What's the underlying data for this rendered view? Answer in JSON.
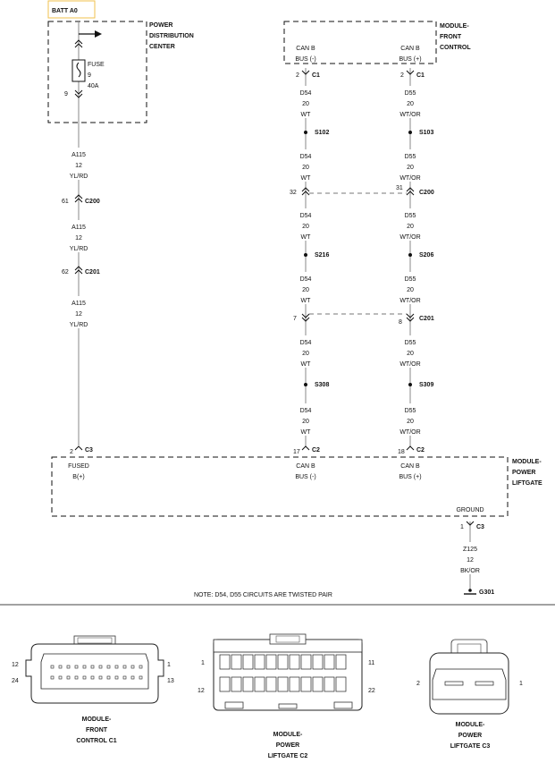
{
  "batt_label": "BATT A0",
  "pdc": {
    "name_lines": [
      "POWER",
      "DISTRIBUTION",
      "CENTER"
    ],
    "fuse_lines": [
      "FUSE",
      "9",
      "40A"
    ],
    "pin_bottom": "9"
  },
  "mfc": {
    "name_lines": [
      "MODULE-",
      "FRONT",
      "CONTROL"
    ],
    "pin_left": [
      "CAN B",
      "BUS (-)"
    ],
    "pin_right": [
      "CAN B",
      "BUS (+)"
    ]
  },
  "connectors": {
    "c1_left": [
      "2",
      "C1"
    ],
    "c1_right": [
      "2",
      "C1"
    ],
    "c200_power": [
      "61",
      "C200"
    ],
    "c201_power": [
      "62",
      "C201"
    ],
    "c200_can_left": "32",
    "c200_can_right": [
      "31",
      "C200"
    ],
    "c201_can_left": "7",
    "c201_can_right": [
      "8",
      "C201"
    ],
    "c3_top": [
      "2",
      "C3"
    ],
    "c2_left": [
      "17",
      "C2"
    ],
    "c2_right": [
      "18",
      "C2"
    ],
    "c3_ground": [
      "1",
      "C3"
    ]
  },
  "wires": {
    "a115": [
      "A115",
      "12",
      "YL/RD"
    ],
    "d54": [
      "D54",
      "20",
      "WT"
    ],
    "d55": [
      "D55",
      "20",
      "WT/OR"
    ],
    "z125": [
      "Z125",
      "12",
      "BK/OR"
    ]
  },
  "splices": {
    "s102": "S102",
    "s103": "S103",
    "s216": "S216",
    "s206": "S206",
    "s308": "S308",
    "s309": "S309"
  },
  "mpl": {
    "name_lines": [
      "MODULE-",
      "POWER",
      "LIFTGATE"
    ],
    "pin_fused": [
      "FUSED",
      "B(+)"
    ],
    "pin_can_minus": [
      "CAN B",
      "BUS (-)"
    ],
    "pin_can_plus": [
      "CAN B",
      "BUS (+)"
    ],
    "ground": "GROUND"
  },
  "ground_label": "G301",
  "note": "NOTE:  D54, D55    CIRCUITS ARE TWISTED PAIR",
  "views": {
    "mfc_c1": {
      "caption": [
        "MODULE-",
        "FRONT",
        "CONTROL C1"
      ],
      "pins": {
        "tl": "12",
        "tr": "1",
        "bl": "24",
        "br": "13"
      }
    },
    "mpl_c2": {
      "caption": [
        "MODULE-",
        "POWER",
        "LIFTGATE C2"
      ],
      "pins": {
        "tl": "1",
        "tr": "11",
        "bl": "12",
        "br": "22"
      }
    },
    "mpl_c3": {
      "caption": [
        "MODULE-",
        "POWER",
        "LIFTGATE C3"
      ],
      "pins": {
        "l": "2",
        "r": "1"
      }
    }
  }
}
